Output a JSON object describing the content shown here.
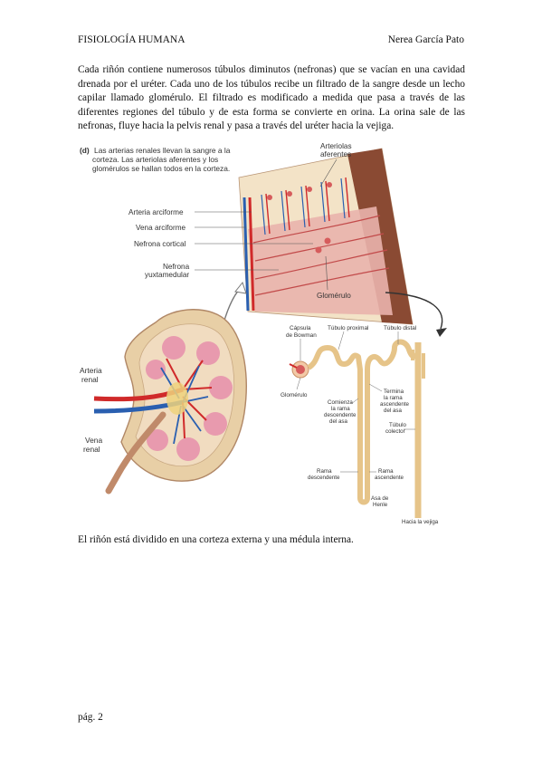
{
  "header": {
    "left": "FISIOLOGÍA HUMANA",
    "right": "Nerea García Pato"
  },
  "intro_paragraph": "Cada riñón contiene numerosos túbulos diminutos (nefronas) que se vacían en una cavidad drenada por el uréter. Cada uno de los túbulos recibe un filtrado de la sangre desde un lecho capilar llamado glomérulo. El filtrado es modificado a medida que pasa a través de las diferentes regiones del túbulo y de esta forma se convierte en orina. La orina sale de las nefronas, fluye hacia la pelvis renal y pasa a través del uréter hacia la vejiga.",
  "figure": {
    "panel_letter": "(d)",
    "caption_lines": [
      "Las arterias renales llevan la sangre a la",
      "corteza. Las arteriolas aferentes y los",
      "glomérulos se hallan todos en la corteza."
    ],
    "labels": {
      "arteriolas_line1": "Arteriolas",
      "arteriolas_line2": "aferentes",
      "arteria_arciforme": "Arteria arciforme",
      "vena_arciforme": "Vena arciforme",
      "nefrona_cortical": "Nefrona cortical",
      "nefrona_yuxta_line1": "Nefrona",
      "nefrona_yuxta_line2": "yuxtamedular",
      "glomerulo_top": "Glomérulo",
      "arteria_renal_line1": "Arteria",
      "arteria_renal_line2": "renal",
      "vena_renal_line1": "Vena",
      "vena_renal_line2": "renal",
      "capsula_line1": "Cápsula",
      "capsula_line2": "de Bowman",
      "tubulo_proximal": "Túbulo proximal",
      "tubulo_distal": "Túbulo distal",
      "glomerulo_nephron": "Glomérulo",
      "comienza_lines": [
        "Comienza",
        "la rama",
        "descendente",
        "del asa"
      ],
      "termina_lines": [
        "Termina",
        "la rama",
        "ascendente",
        "del asa"
      ],
      "tubulo_colector_line1": "Túbulo",
      "tubulo_colector_line2": "colector",
      "rama_desc_line1": "Rama",
      "rama_desc_line2": "descendente",
      "rama_asc_line1": "Rama",
      "rama_asc_line2": "ascendente",
      "asa_line1": "Asa de",
      "asa_line2": "Henle",
      "hacia_vejiga": "Hacia la vejiga"
    }
  },
  "closing_sentence": "El riñón está dividido en una corteza externa y una médula interna.",
  "footer": {
    "page": "pág. 2"
  }
}
